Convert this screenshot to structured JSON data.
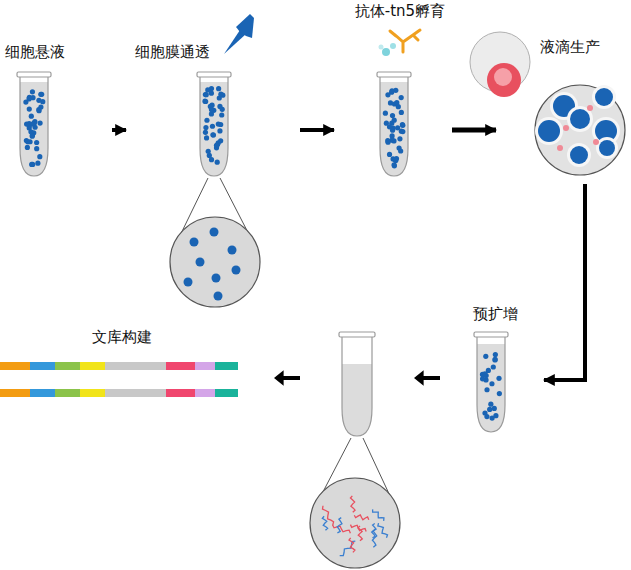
{
  "diagram": {
    "nodes": [
      {
        "text": [
          "细胞悬液"
        ]
      },
      {
        "text": [
          "细胞膜通透"
        ]
      },
      {
        "text": [
          "抗体-tn5孵育"
        ]
      },
      {
        "text": [
          "液滴生产"
        ]
      },
      {
        "text": [
          "预扩增"
        ]
      },
      {
        "text": [
          "文库构建"
        ]
      }
    ],
    "edges": [
      {
        "from": 0,
        "to": 1,
        "arrow": "to"
      },
      {
        "from": 1,
        "to": 2,
        "arrow": "to"
      },
      {
        "from": 2,
        "to": 3,
        "arrow": "to"
      },
      {
        "from": 3,
        "to": 4,
        "arrow": "to"
      }
    ]
  }
}
